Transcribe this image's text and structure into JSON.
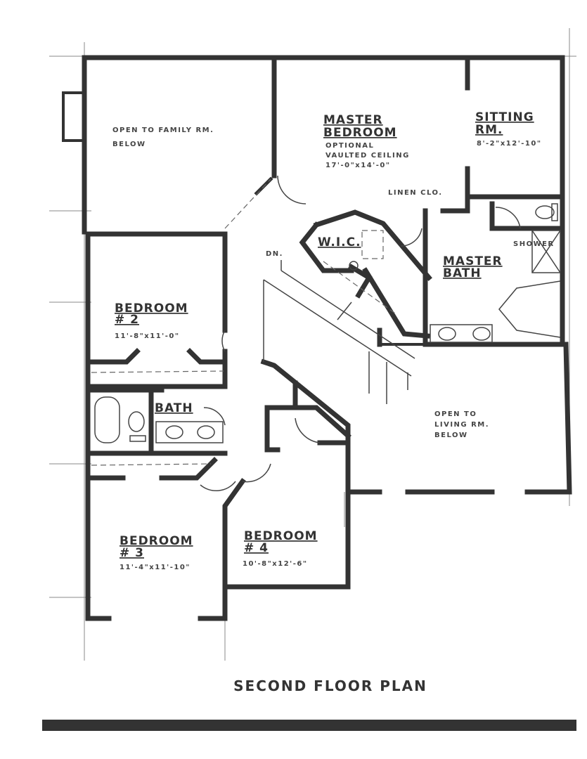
{
  "title": "SECOND FLOOR PLAN",
  "rooms": {
    "family_open": [
      "OPEN TO FAMILY RM.",
      "BELOW"
    ],
    "master_bedroom": {
      "name": [
        "MASTER",
        "BEDROOM"
      ],
      "note": [
        "OPTIONAL",
        "VAULTED CEILING"
      ],
      "size": "17'-0\"x14'-0\""
    },
    "sitting": {
      "name": [
        "SITTING",
        "RM."
      ],
      "size": "8'-2\"x12'-10\""
    },
    "linen": "LINEN CLO.",
    "wic": "W.I.C.",
    "shower": "SHOWER",
    "master_bath": [
      "MASTER",
      "BATH"
    ],
    "down": "DN.",
    "bedroom2": {
      "name": [
        "BEDROOM",
        "# 2"
      ],
      "size": "11'-8\"x11'-0\""
    },
    "bath": "BATH",
    "bedroom3": {
      "name": [
        "BEDROOM",
        "# 3"
      ],
      "size": "11'-4\"x11'-10\""
    },
    "bedroom4": {
      "name": [
        "BEDROOM",
        "# 4"
      ],
      "size": "10'-8\"x12'-6\""
    },
    "living_open": [
      "OPEN TO",
      "LIVING RM.",
      "BELOW"
    ]
  }
}
